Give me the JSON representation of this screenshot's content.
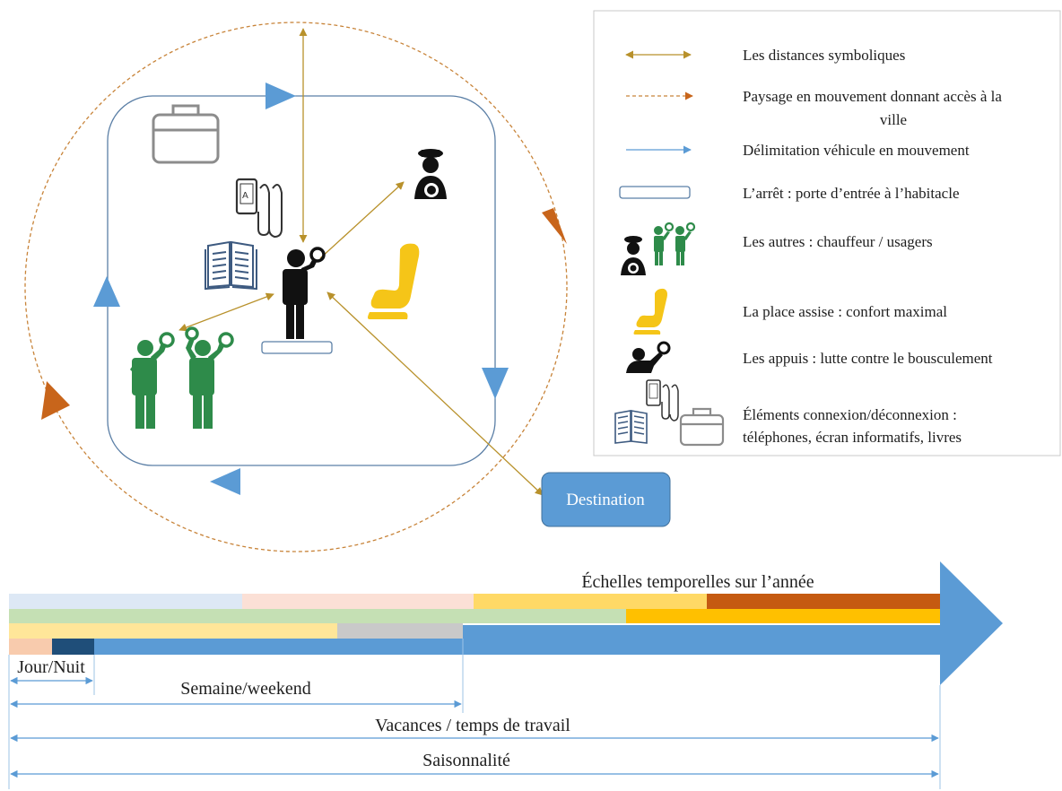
{
  "diagram": {
    "destination_label": "Destination",
    "timeline_title": "Échelles temporelles sur l’année",
    "scales": [
      {
        "label": "Jour/Nuit"
      },
      {
        "label": "Semaine/weekend"
      },
      {
        "label": "Vacances / temps de travail"
      },
      {
        "label": "Saisonnalité"
      }
    ]
  },
  "legend": {
    "items": [
      {
        "label": "Les distances symboliques",
        "icon": "double-arrow-icon"
      },
      {
        "label_line1": "Paysage en mouvement donnant accès à la",
        "label_line2": "ville",
        "icon": "dashed-arrow-icon"
      },
      {
        "label": "Délimitation véhicule en mouvement",
        "icon": "blue-arrow-icon"
      },
      {
        "label": "L’arrêt : porte d’entrée à l’habitacle",
        "icon": "stop-platform-icon"
      },
      {
        "label": "Les autres : chauffeur / usagers",
        "icon": "driver-and-passengers-icon"
      },
      {
        "label": "La place assise : confort maximal",
        "icon": "seat-icon"
      },
      {
        "label": "Les appuis : lutte contre le bousculement",
        "icon": "handhold-icon"
      },
      {
        "label_line1": "Éléments connexion/déconnexion :",
        "label_line2": "téléphones, écran informatifs, livres",
        "icon": "devices-icon"
      }
    ]
  },
  "colors": {
    "brown_arrow": "#b8912b",
    "orange_dashed": "#c8651b",
    "vehicle_blue": "#5b9bd5",
    "passenger_green": "#2e8b4a",
    "seat_yellow": "#f5c518",
    "destination_fill": "#5b9bd5"
  }
}
